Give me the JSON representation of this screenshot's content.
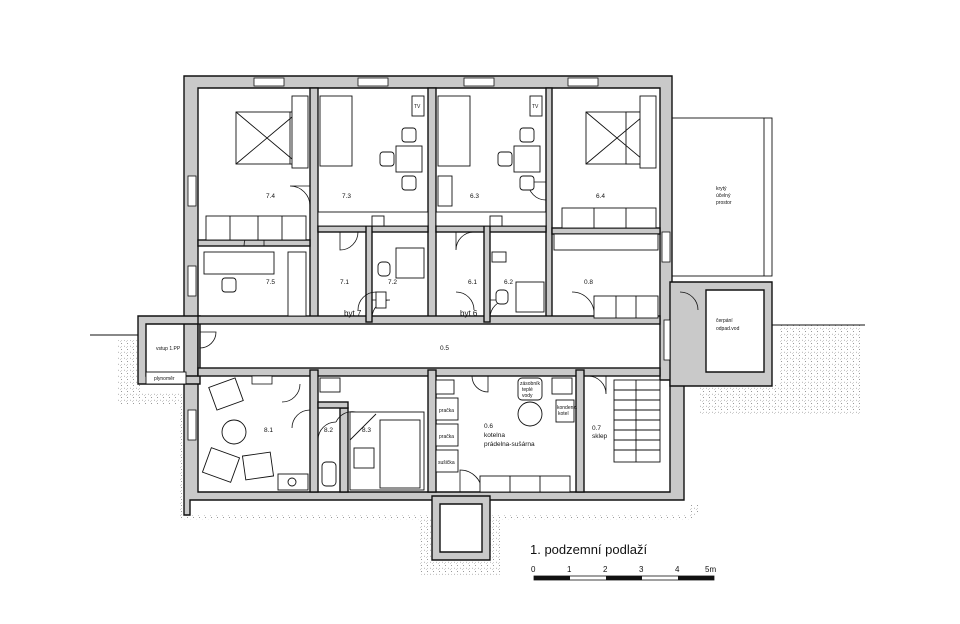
{
  "title": "1. podzemní podlaží",
  "rooms": {
    "r74": "7.4",
    "r73": "7.3",
    "r63": "6.3",
    "r64": "6.4",
    "r75": "7.5",
    "r71": "7.1",
    "r72": "7.2",
    "r61": "6.1",
    "r62": "6.2",
    "r08": "0.8",
    "r05": "0.5",
    "r81": "8.1",
    "r82": "8.2",
    "r83": "8.3",
    "r06": "0.6",
    "r06a": "kotelna",
    "r06b": "prádelna-sušárna",
    "r07": "0.7",
    "r07a": "sklep"
  },
  "labels": {
    "byt7": "byt 7",
    "byt6": "byt 6",
    "vstup": "vstup 1.PP",
    "plynomer": "plynoměr",
    "kryty1": "krytý",
    "kryty2": "účelný",
    "kryty3": "prostor",
    "cerpani1": "čerpání",
    "cerpani2": "odpad.vod",
    "tv1": "TV",
    "tv2": "TV",
    "pracka1": "pračka",
    "pracka2": "pračka",
    "susicka": "sušička",
    "zasobnik1": "zásobník",
    "zasobnik2": "teplé",
    "zasobnik3": "vody",
    "kondenz1": "kondenz.",
    "kondenz2": "kotel"
  },
  "scale": {
    "ticks": [
      "0",
      "1",
      "2",
      "3",
      "4",
      "5m"
    ]
  }
}
